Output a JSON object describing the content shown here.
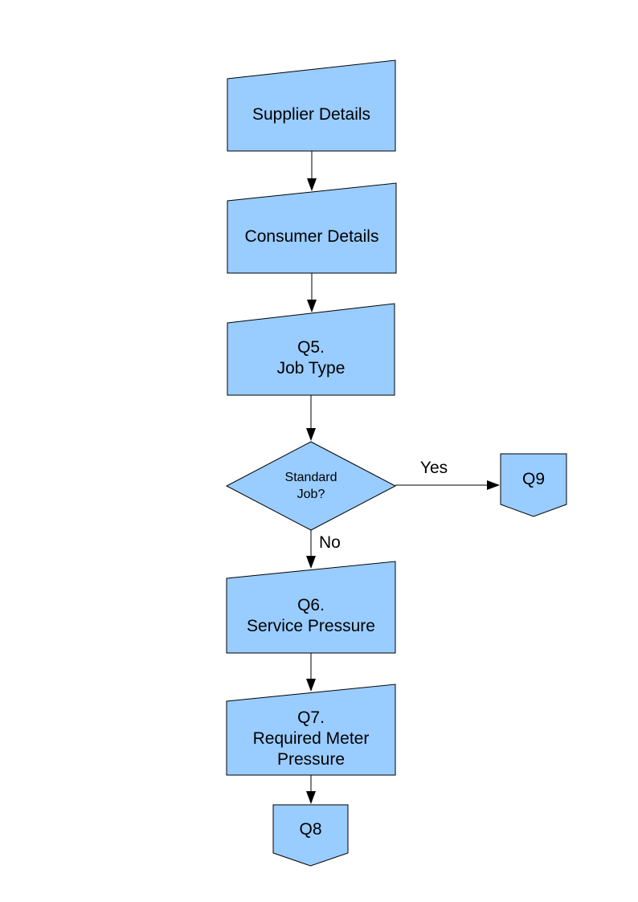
{
  "flowchart": {
    "colors": {
      "node_fill": "#99CCFF",
      "node_border": "#000000",
      "connector": "#000000",
      "text": "#000000",
      "background": "#FFFFFF"
    },
    "nodes": {
      "supplier": {
        "label": "Supplier Details",
        "shape": "manual-input"
      },
      "consumer": {
        "label": "Consumer Details",
        "shape": "manual-input"
      },
      "q5": {
        "label": "Q5.\nJob Type",
        "shape": "manual-input"
      },
      "decision": {
        "label": "Standard\nJob?",
        "shape": "decision"
      },
      "q9": {
        "label": "Q9",
        "shape": "off-page-connector"
      },
      "q6": {
        "label": "Q6.\nService Pressure",
        "shape": "manual-input"
      },
      "q7": {
        "label": "Q7.\nRequired Meter\nPressure",
        "shape": "manual-input"
      },
      "q8": {
        "label": "Q8",
        "shape": "off-page-connector"
      }
    },
    "edges": [
      {
        "from": "supplier",
        "to": "consumer",
        "label": ""
      },
      {
        "from": "consumer",
        "to": "q5",
        "label": ""
      },
      {
        "from": "q5",
        "to": "decision",
        "label": ""
      },
      {
        "from": "decision",
        "to": "q9",
        "label": "Yes"
      },
      {
        "from": "decision",
        "to": "q6",
        "label": "No"
      },
      {
        "from": "q6",
        "to": "q7",
        "label": ""
      },
      {
        "from": "q7",
        "to": "q8",
        "label": ""
      }
    ]
  }
}
